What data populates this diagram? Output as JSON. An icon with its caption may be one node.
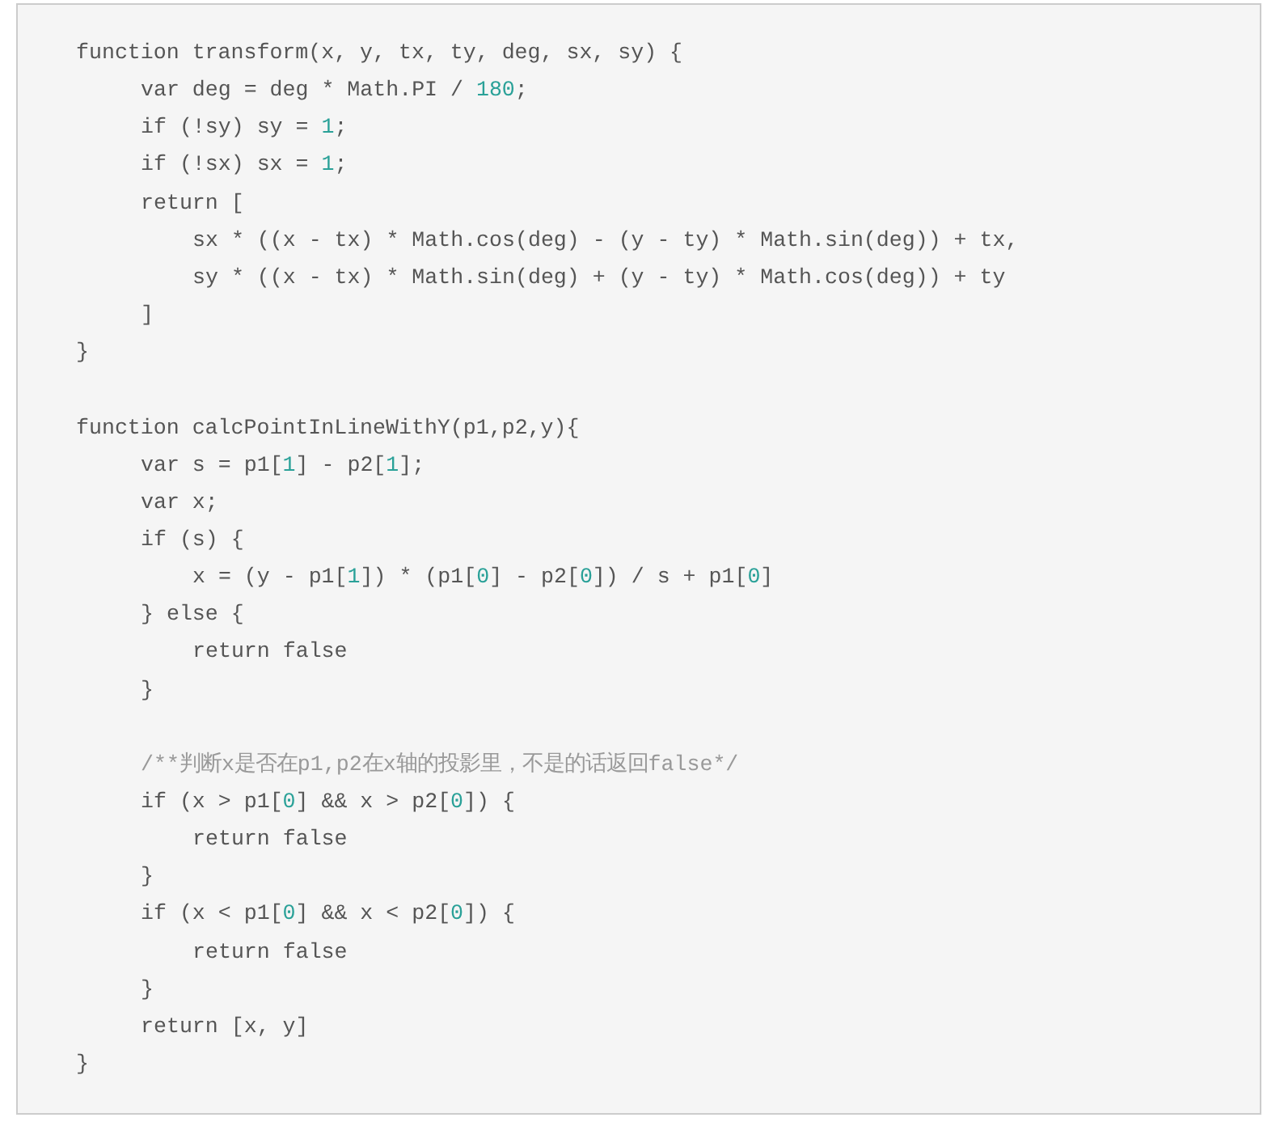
{
  "diagram": {
    "labels": [
      "function transform(x, y, tx, ty, deg, sx, sy) {",
      "var deg = deg * Math.PI / 180;",
      "if (!sy) sy = 1;",
      "if (!sx) sx = 1;",
      "return [",
      "sx * ((x - tx) * Math.cos(deg) - (y - ty) * Math.sin(deg)) + tx,",
      "sy * ((x - tx) * Math.sin(deg) + (y - ty) * Math.cos(deg)) + ty",
      "]",
      "}",
      "function calcPointInLineWithY(p1,p2,y){",
      "var s = p1[1] - p2[1];",
      "var x;",
      "if (s) {",
      "x = (y - p1[1]) * (p1[0] - p2[0]) / s + p1[0]",
      "} else {",
      "return false",
      "}",
      "/**判断x是否在p1,p2在x轴的投影里，不是的话返回false*/",
      "if (x > p1[0] && x > p2[0]) {",
      "return false",
      "}",
      "if (x < p1[0] && x < p2[0]) {",
      "return false",
      "}",
      "return [x, y]",
      "}"
    ]
  }
}
